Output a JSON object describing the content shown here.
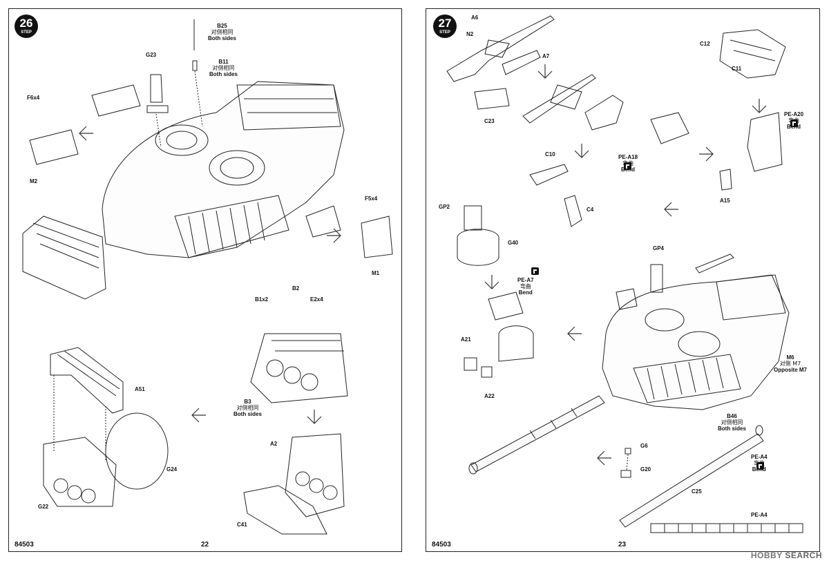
{
  "pages": [
    {
      "id": "p22",
      "step_number": "26",
      "step_word": "STEP",
      "kit_number": "84503",
      "page_number": "22",
      "labels": [
        {
          "key": "b25",
          "text": "B25",
          "zh": "对侧相同",
          "en": "Both sides"
        },
        {
          "key": "b11",
          "text": "B11",
          "zh": "对侧相同",
          "en": "Both sides"
        },
        {
          "key": "g23",
          "text": "G23"
        },
        {
          "key": "f6",
          "text": "F6x4"
        },
        {
          "key": "m2",
          "text": "M2"
        },
        {
          "key": "f5",
          "text": "F5x4"
        },
        {
          "key": "m1",
          "text": "M1"
        },
        {
          "key": "b1",
          "text": "B1x2"
        },
        {
          "key": "b2",
          "text": "B2"
        },
        {
          "key": "e2",
          "text": "E2x4"
        },
        {
          "key": "b3",
          "text": "B3",
          "zh": "对侧相同",
          "en": "Both sides"
        },
        {
          "key": "a51",
          "text": "A51"
        },
        {
          "key": "g24",
          "text": "G24"
        },
        {
          "key": "g22",
          "text": "G22"
        },
        {
          "key": "a2",
          "text": "A2"
        },
        {
          "key": "c41",
          "text": "C41"
        }
      ]
    },
    {
      "id": "p23",
      "step_number": "27",
      "step_word": "STEP",
      "kit_number": "84503",
      "page_number": "23",
      "labels": [
        {
          "key": "a6",
          "text": "A6"
        },
        {
          "key": "n2",
          "text": "N2"
        },
        {
          "key": "a7",
          "text": "A7"
        },
        {
          "key": "c23",
          "text": "C23"
        },
        {
          "key": "c12",
          "text": "C12"
        },
        {
          "key": "c11",
          "text": "C11"
        },
        {
          "key": "pea20",
          "text": "PE-A20",
          "zh": "弯曲",
          "en": "Bend"
        },
        {
          "key": "pea18",
          "text": "PE-A18",
          "zh": "弯曲",
          "en": "Bend"
        },
        {
          "key": "a15",
          "text": "A15"
        },
        {
          "key": "c10",
          "text": "C10"
        },
        {
          "key": "c4",
          "text": "C4"
        },
        {
          "key": "gp2",
          "text": "GP2"
        },
        {
          "key": "g40",
          "text": "G40"
        },
        {
          "key": "gp4",
          "text": "GP4"
        },
        {
          "key": "pea7",
          "text": "PE-A7",
          "zh": "弯曲",
          "en": "Bend"
        },
        {
          "key": "a21",
          "text": "A21"
        },
        {
          "key": "a22",
          "text": "A22"
        },
        {
          "key": "m6",
          "text": "M6",
          "zh": "对侧 M7",
          "en": "Opposite M7"
        },
        {
          "key": "b46",
          "text": "B46",
          "zh": "对侧相同",
          "en": "Both sides"
        },
        {
          "key": "g6",
          "text": "G6"
        },
        {
          "key": "g20",
          "text": "G20"
        },
        {
          "key": "c25",
          "text": "C25"
        },
        {
          "key": "pea4a",
          "text": "PE-A4",
          "zh": "弯曲",
          "en": "Bend"
        },
        {
          "key": "pea4b",
          "text": "PE-A4"
        }
      ]
    }
  ],
  "watermark": {
    "brand": "HOBBY",
    "suffix": "SEARCH"
  }
}
